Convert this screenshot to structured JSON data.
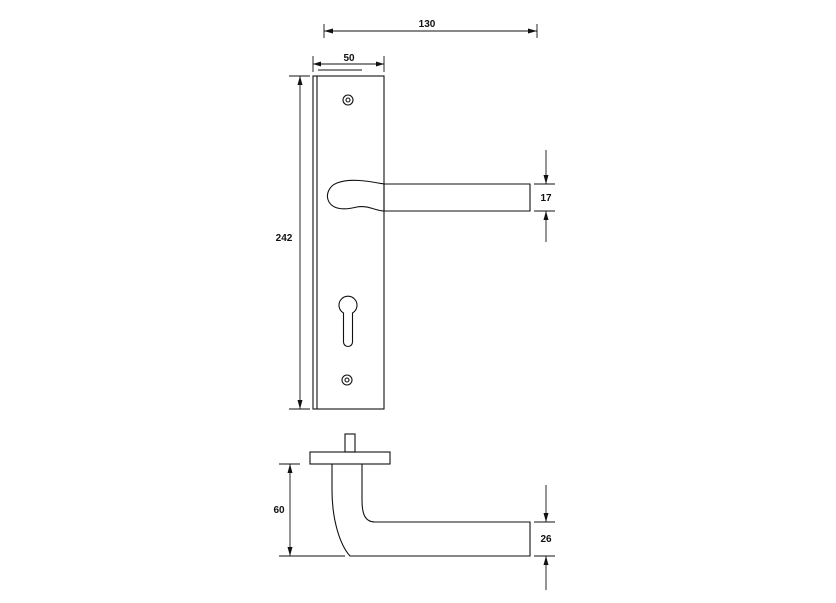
{
  "dimensions": {
    "overall_width": "130",
    "plate_width": "50",
    "plate_height": "242",
    "lever_thickness": "17",
    "projection": "60",
    "lever_side_thickness": "26"
  },
  "colors": {
    "line": "#111111",
    "background": "#ffffff"
  }
}
